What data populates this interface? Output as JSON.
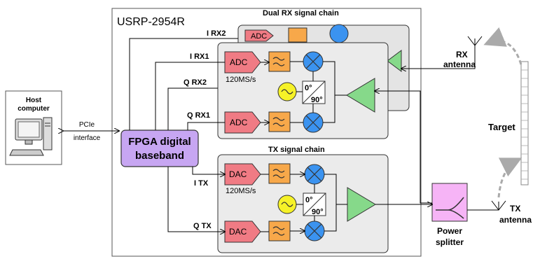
{
  "title": "USRP-2954R",
  "chains": {
    "dual_rx": "Dual RX signal chain",
    "tx": "TX signal chain"
  },
  "host": {
    "line1": "Host",
    "line2": "computer"
  },
  "pcie": {
    "line1": "PCIe",
    "line2": "interface"
  },
  "fpga": {
    "line1": "FPGA digital",
    "line2": "baseband"
  },
  "signals": {
    "i_rx2": "I RX2",
    "i_rx1": "I RX1",
    "q_rx2": "Q RX2",
    "q_rx1": "Q RX1",
    "i_tx": "I TX",
    "q_tx": "Q TX"
  },
  "blocks": {
    "adc": "ADC",
    "dac": "DAC",
    "lo_0": "0°",
    "lo_90": "90°"
  },
  "rates": {
    "rx": "120MS/s",
    "tx": "120MS/s"
  },
  "rx_antenna": {
    "line1": "RX",
    "line2": "antenna"
  },
  "tx_antenna": {
    "line1": "TX",
    "line2": "antenna"
  },
  "target": "Target",
  "splitter": {
    "line1": "Power",
    "line2": "splitter"
  },
  "colors": {
    "adc_fill": "#f07b84",
    "filter_fill": "#f7a84a",
    "mixer_fill": "#3b93f0",
    "osc_fill": "#f6f228",
    "amp_fill": "#86d98a",
    "fpga_fill": "#c7a6f2",
    "splitter_fill": "#f6b4f6",
    "panel_fill": "#ebebeb"
  }
}
